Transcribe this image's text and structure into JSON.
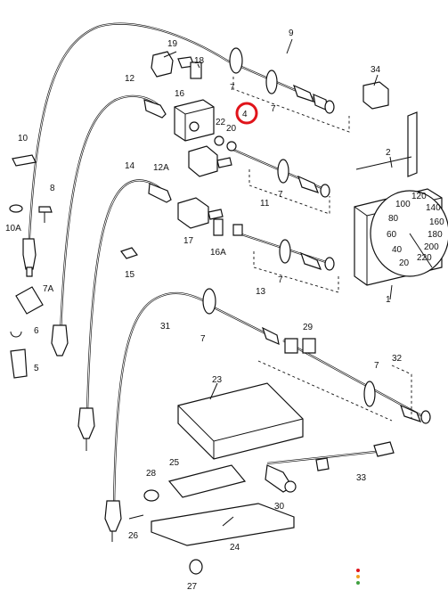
{
  "diagram": {
    "highlight_color": "#e0141b",
    "speedo_ticks": [
      "120",
      "140",
      "100",
      "160",
      "80",
      "180",
      "60",
      "200",
      "40",
      "220",
      "20"
    ],
    "labels": {
      "l1": "1",
      "l2": "2",
      "l4": "4",
      "l5": "5",
      "l6": "6",
      "l7a": "7",
      "l7b": "7",
      "l7c": "7",
      "l7d": "7",
      "l7e": "7",
      "l7f": "7",
      "l7A": "7A",
      "l8": "8",
      "l9": "9",
      "l10": "10",
      "l10A": "10A",
      "l11": "11",
      "l12": "12",
      "l12A": "12A",
      "l13": "13",
      "l14": "14",
      "l15": "15",
      "l16": "16",
      "l16A": "16A",
      "l17": "17",
      "l18": "18",
      "l19": "19",
      "l20": "20",
      "l22": "22",
      "l23": "23",
      "l24": "24",
      "l25": "25",
      "l26": "26",
      "l27": "27",
      "l28": "28",
      "l29": "29",
      "l30": "30",
      "l31": "31",
      "l32": "32",
      "l33": "33",
      "l34": "34"
    }
  }
}
